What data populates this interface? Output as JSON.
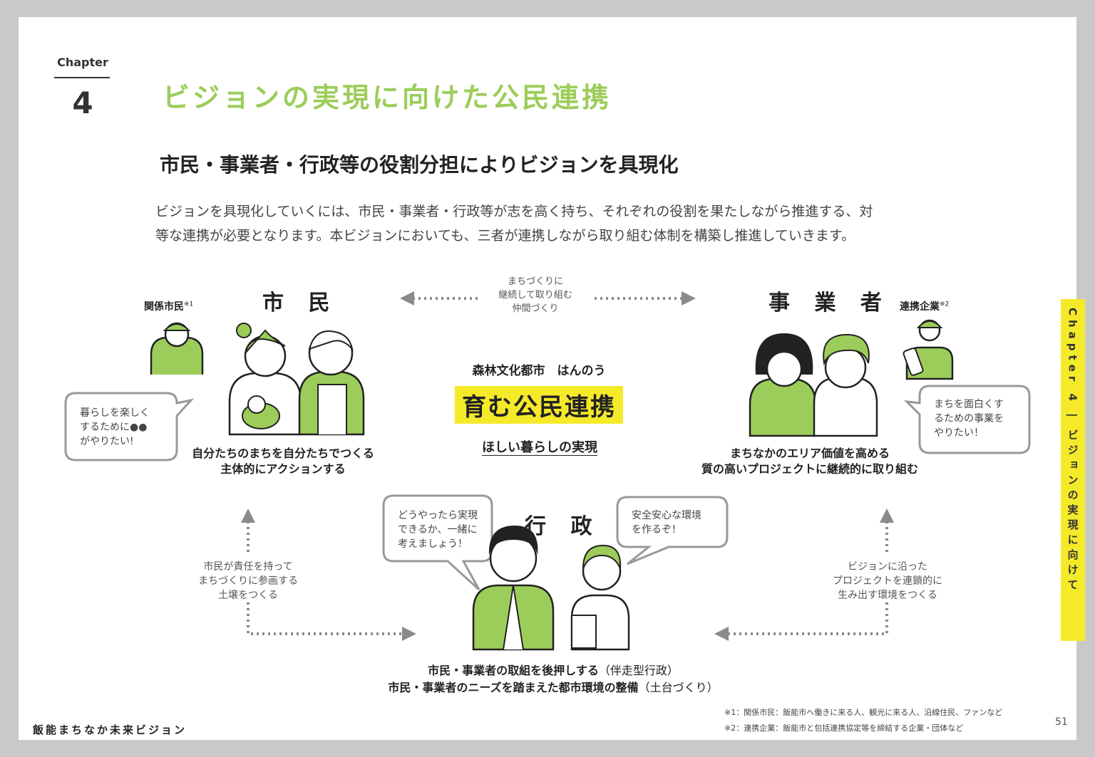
{
  "chapter": {
    "label": "Chapter",
    "number": "4"
  },
  "title": "ビジョンの実現に向けた公民連携",
  "subtitle": "市民・事業者・行政等の役割分担によりビジョンを具現化",
  "intro": {
    "line1": "ビジョンを具現化していくには、市民・事業者・行政等が志を高く持ち、それぞれの役割を果たしながら推進する、対",
    "line2": "等な連携が必要となります。本ビジョンにおいても、三者が連携しながら取り組む体制を構築し推進していきます。"
  },
  "side_tab": "Chapter 4 | ビジョンの実現に向けて",
  "top_link": {
    "line1": "まちづくりに",
    "line2": "継続して取り組む",
    "line3": "仲間づくり"
  },
  "citizens": {
    "heading": "市 民",
    "related_label": "関係市民",
    "related_mark": "※1",
    "bubble": {
      "line1": "暮らしを楽しく",
      "line2": "するために●●",
      "line3": "がやりたい!"
    },
    "role": {
      "line1": "自分たちのまちを自分たちでつくる",
      "line2": "主体的にアクションする"
    }
  },
  "business": {
    "heading": "事 業 者",
    "partner_label": "連携企業",
    "partner_mark": "※2",
    "bubble": {
      "line1": "まちを面白くす",
      "line2": "るための事業を",
      "line3": "やりたい！"
    },
    "role": {
      "line1": "まちなかのエリア価値を高める",
      "line2": "質の高いプロジェクトに継続的に取り組む"
    }
  },
  "center": {
    "subtitle": "森林文化都市　はんのう",
    "highlight": "育む公民連携",
    "tagline": "ほしい暮らしの実現"
  },
  "government": {
    "heading": "行 政",
    "bubble_left": {
      "line1": "どうやったら実現",
      "line2": "できるか、一緒に",
      "line3": "考えましょう！"
    },
    "bubble_right": {
      "line1": "安全安心な環境",
      "line2": "を作るぞ！"
    },
    "role": {
      "line1": "市民・事業者の取組を後押しする",
      "line1_note": "（伴走型行政）",
      "line2": "市民・事業者のニーズを踏まえた都市環境の整備",
      "line2_note": "（土台づくり）"
    }
  },
  "left_link": {
    "line1": "市民が責任を持って",
    "line2": "まちづくりに参画する",
    "line3": "土壌をつくる"
  },
  "right_link": {
    "line1": "ビジョンに沿った",
    "line2": "プロジェクトを連鎖的に",
    "line3": "生み出す環境をつくる"
  },
  "footnotes": {
    "note1": "※1：関係市民：飯能市へ働きに来る人、観光に来る人、沿線住民、ファンなど",
    "note2": "※2：連携企業：飯能市と包括連携協定等を締結する企業・団体など"
  },
  "footer_title": "飯能まちなか未来ビジョン",
  "page_number": "51",
  "colors": {
    "accent_green": "#9ccd5a",
    "highlight_yellow": "#f4ea2a",
    "arrow_gray": "#8a8a8a"
  }
}
